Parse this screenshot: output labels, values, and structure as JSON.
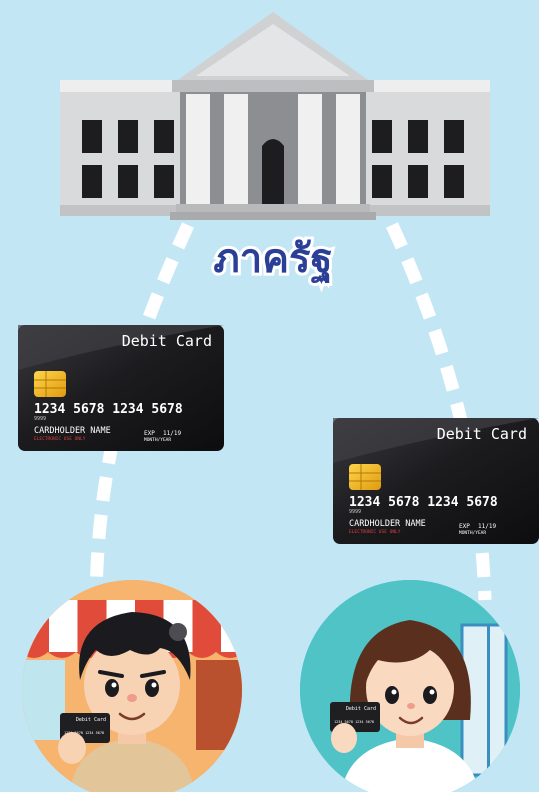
{
  "center_label": "ภาครัฐ",
  "card_left": {
    "title": "Debit Card",
    "number": "1234 5678 1234 5678",
    "small_number": "9999",
    "holder": "CARDHOLDER NAME",
    "issuer": "ELECTRONIC USE ONLY",
    "exp_label": "EXP",
    "exp_value": "11/19",
    "exp_caption": "MONTH/YEAR"
  },
  "card_right": {
    "title": "Debit Card",
    "number": "1234 5678 1234 5678",
    "small_number": "9999",
    "holder": "CARDHOLDER NAME",
    "issuer": "ELECTRONIC USE ONLY",
    "exp_label": "EXP",
    "exp_value": "11/19",
    "exp_caption": "MONTH/YEAR"
  },
  "mini_card_label": "Debit Card",
  "mini_card_number": "1234 5678 1234 5678",
  "colors": {
    "background": "#c3e6f5",
    "title": "#2b3f97",
    "card": "#1f1f22",
    "chip": "#f2b21c",
    "building": "#d9d9d9",
    "dash": "#ffffff"
  }
}
